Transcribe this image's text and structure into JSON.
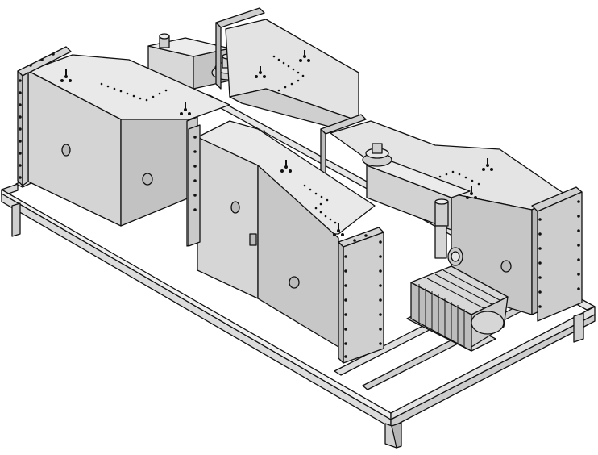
{
  "drawing": {
    "subject": "",
    "palette": {
      "background": "#ffffff",
      "outline": "#111111",
      "face_light": "#e7e7e7",
      "face_mid": "#cfcfcf",
      "face_dark": "#b3b3b3",
      "bolt": "#222222"
    },
    "components": [
      {
        "name": "base-frame",
        "label": ""
      },
      {
        "name": "left-front-tank",
        "label": ""
      },
      {
        "name": "center-front-tank",
        "label": ""
      },
      {
        "name": "back-left-tank",
        "label": ""
      },
      {
        "name": "back-right-tank",
        "label": ""
      },
      {
        "name": "motor-drive",
        "label": ""
      }
    ]
  }
}
